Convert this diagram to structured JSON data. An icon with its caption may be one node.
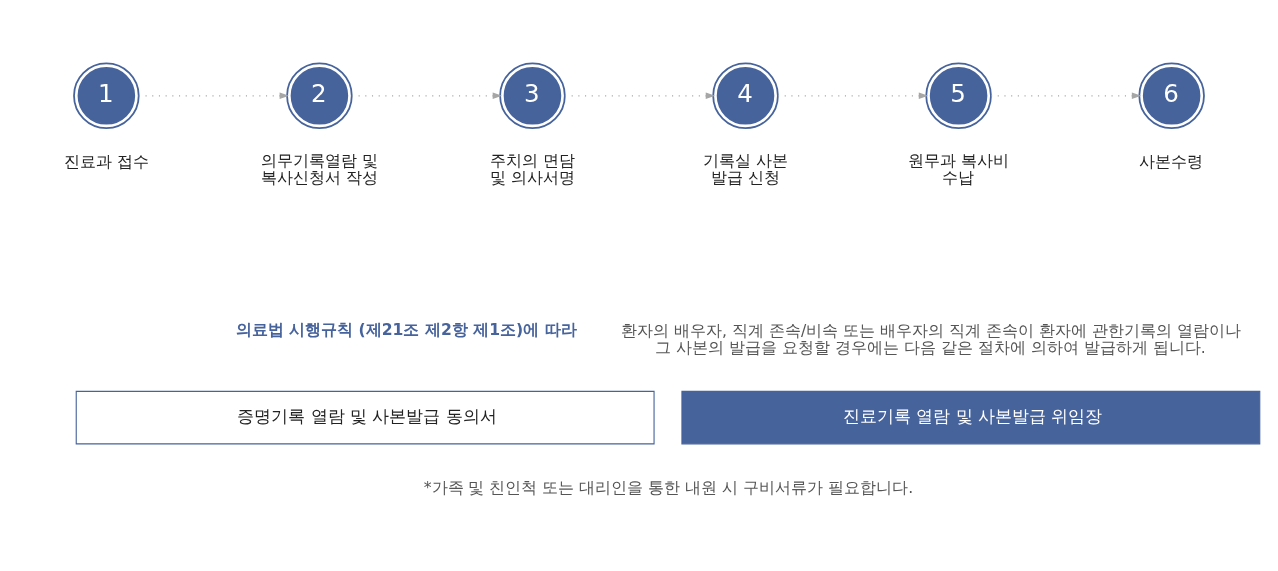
{
  "diagram": {
    "nodes": [
      {
        "text": [
          "1"
        ],
        "beside": [
          "진료과 접수"
        ]
      },
      {
        "text": [
          "2"
        ],
        "beside": [
          "의무기록열람 및 복사신청서 작성"
        ]
      },
      {
        "text": [
          "3"
        ],
        "beside": [
          "주치의 면담 및 의사서명"
        ]
      },
      {
        "text": [
          "4"
        ],
        "beside": [
          "기록실 사본 발급 신청"
        ]
      },
      {
        "text": [
          "5"
        ],
        "beside": [
          "원무과 복사비 수납"
        ]
      },
      {
        "text": [
          "6"
        ],
        "beside": [
          "사본수령"
        ]
      },
      {
        "text": [
          "증명기록 열람 및 사본발급 동의서"
        ]
      },
      {
        "text": [
          "진료기록 열람 및 사본발급 위임장"
        ]
      }
    ],
    "edges": [
      {
        "from": 0,
        "to": 1,
        "arrow": "to"
      },
      {
        "from": 1,
        "to": 2,
        "arrow": "to"
      },
      {
        "from": 2,
        "to": 3,
        "arrow": "to"
      },
      {
        "from": 3,
        "to": 4,
        "arrow": "to"
      },
      {
        "from": 4,
        "to": 5,
        "arrow": "to"
      }
    ],
    "labels": [
      "의료법 시행규칙 (제21조 제2항 제1조)에 따라",
      "환자의 배우자, 직계 존속/비속 또는 배우자의 직계 존속이 환자에 관한기록의 열람이나 그 사본의 발급을 요청할 경우에는 다음 같은 절차에 의하여 발급하게 됩니다.",
      "*가족 및 친인척 또는 대리인을 통한 내원 시 구비서류가 필요합니다."
    ]
  }
}
